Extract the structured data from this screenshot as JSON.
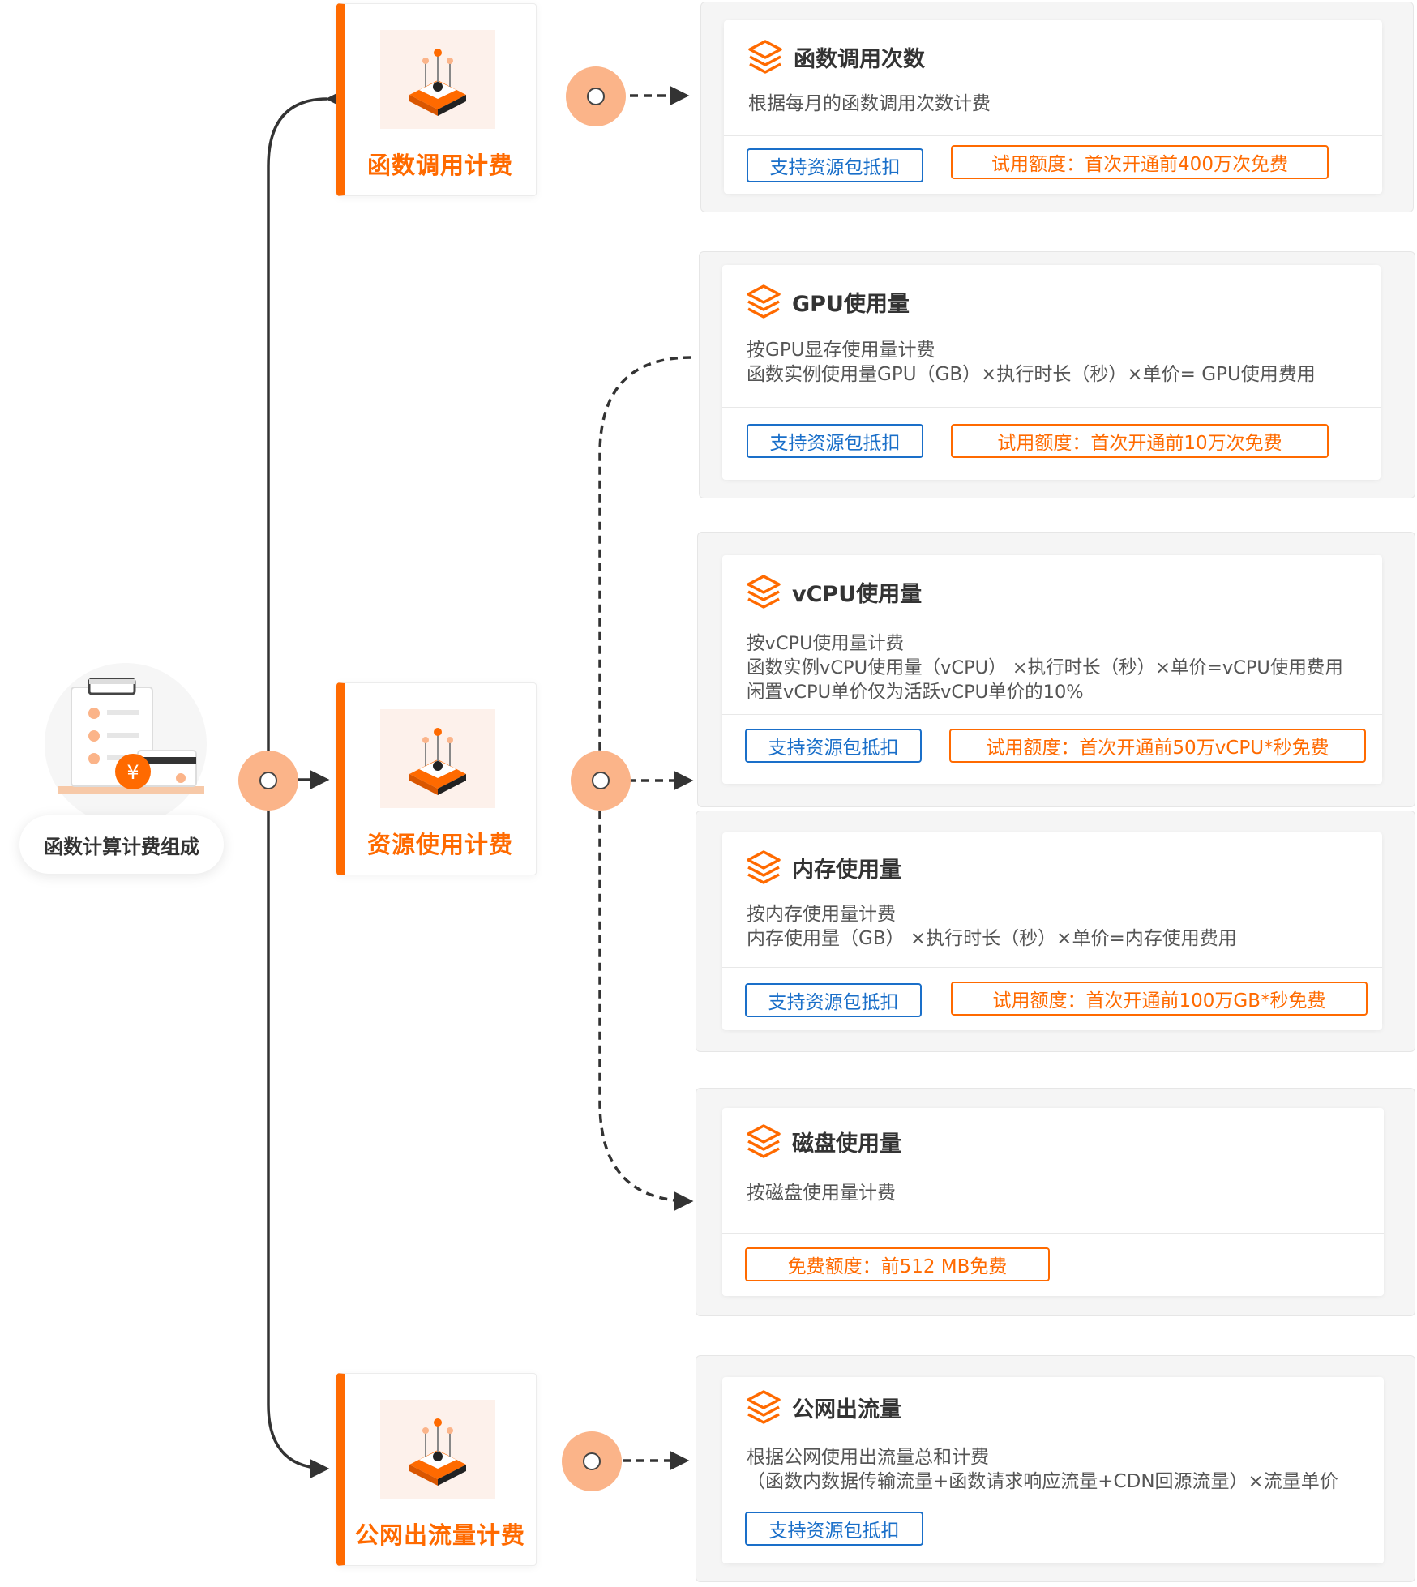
{
  "root": {
    "label": "函数计算计费组成"
  },
  "categories": [
    {
      "title": "函数调用计费"
    },
    {
      "title": "资源使用计费"
    },
    {
      "title": "公网出流量计费"
    }
  ],
  "details": [
    {
      "title": "函数调用次数",
      "lines": [
        "根据每月的函数调用次数计费"
      ],
      "tags": {
        "blue": "支持资源包抵扣",
        "orange": "试用额度：首次开通前400万次免费"
      }
    },
    {
      "title": "GPU使用量",
      "lines": [
        "按GPU显存使用量计费",
        "函数实例使用量GPU（GB）×执行时长（秒）×单价= GPU使用费用"
      ],
      "tags": {
        "blue": "支持资源包抵扣",
        "orange": "试用额度：首次开通前10万次免费"
      }
    },
    {
      "title": "vCPU使用量",
      "lines": [
        "按vCPU使用量计费",
        "函数实例vCPU使用量（vCPU） ×执行时长（秒）×单价=vCPU使用费用",
        "闲置vCPU单价仅为活跃vCPU单价的10%"
      ],
      "tags": {
        "blue": "支持资源包抵扣",
        "orange": "试用额度：首次开通前50万vCPU*秒免费"
      }
    },
    {
      "title": "内存使用量",
      "lines": [
        "按内存使用量计费",
        "内存使用量（GB） ×执行时长（秒）×单价=内存使用费用"
      ],
      "tags": {
        "blue": "支持资源包抵扣",
        "orange": "试用额度：首次开通前100万GB*秒免费"
      }
    },
    {
      "title": "磁盘使用量",
      "lines": [
        "按磁盘使用量计费"
      ],
      "tags": {
        "orange": "免费额度：前512 MB免费"
      }
    },
    {
      "title": "公网出流量",
      "lines": [
        "根据公网使用出流量总和计费",
        "（函数内数据传输流量+函数请求响应流量+CDN回源流量）×流量单价"
      ],
      "tags": {
        "blue": "支持资源包抵扣"
      }
    }
  ],
  "colors": {
    "accent": "#ff6a00",
    "hub": "#fbb489",
    "tag_blue": "#1a6fc9",
    "panel_bg": "#f5f5f5"
  },
  "icons": [
    "stack-layers-icon",
    "billing-clipboard-icon",
    "compute-node-icon"
  ]
}
